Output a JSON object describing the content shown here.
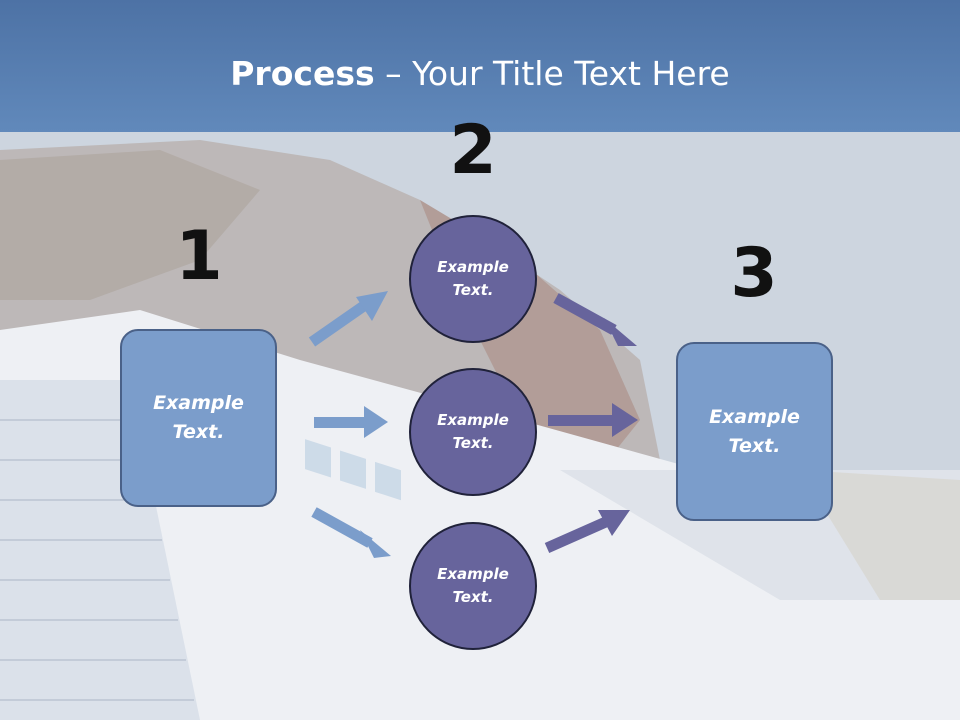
{
  "title": {
    "bold": "Process",
    "rest": " – Your Title Text Here"
  },
  "numbers": [
    "1",
    "2",
    "3"
  ],
  "left_box": {
    "line1": "Example",
    "line2": "Text."
  },
  "circles": [
    {
      "line1": "Example",
      "line2": "Text."
    },
    {
      "line1": "Example",
      "line2": "Text."
    },
    {
      "line1": "Example",
      "line2": "Text."
    }
  ],
  "right_box": {
    "line1": "Example",
    "line2": "Text."
  },
  "colors": {
    "title_bar": "#5b7fb2",
    "box_fill": "#7b9dcb",
    "circle_fill": "#67649c",
    "arrow_left": "#7b9dcb",
    "arrow_right": "#67649c"
  }
}
